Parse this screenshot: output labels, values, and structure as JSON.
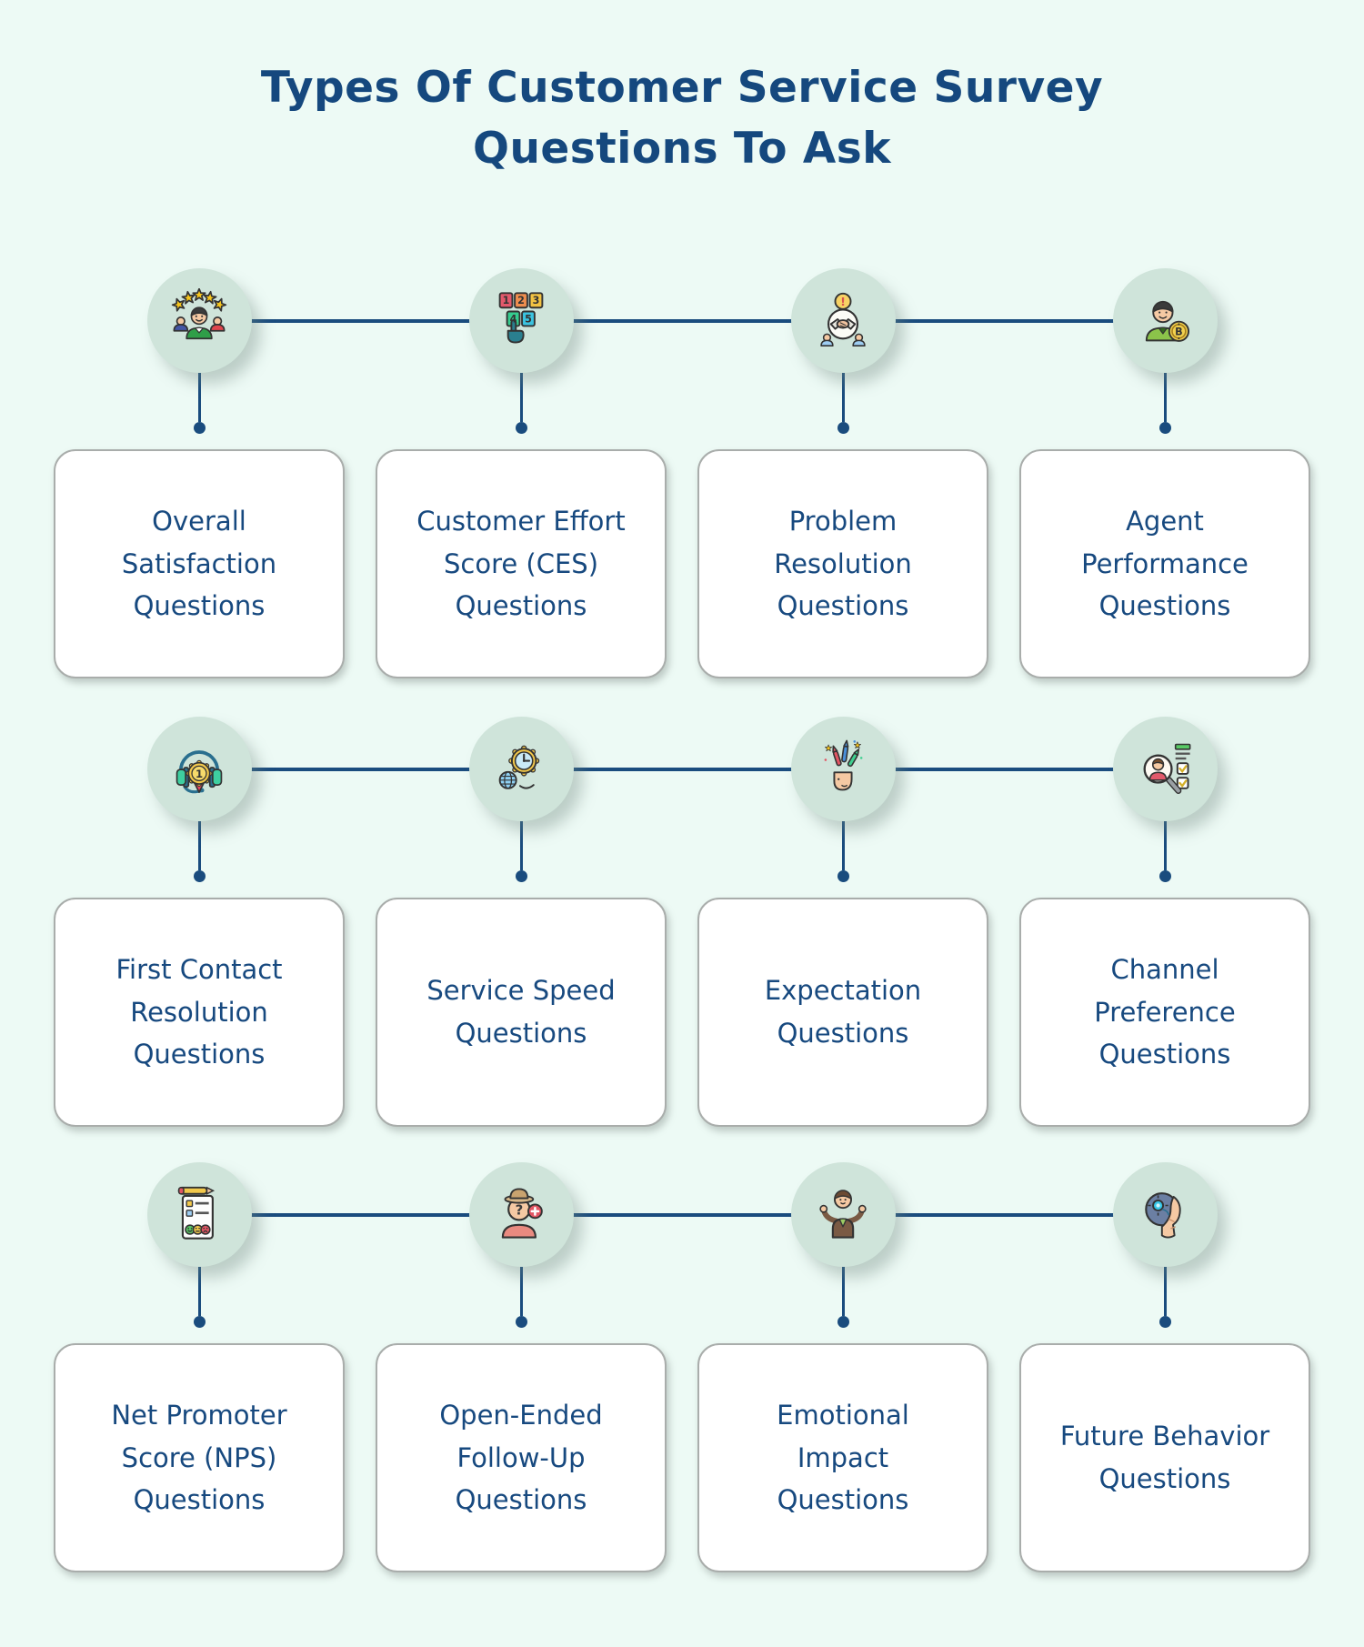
{
  "title": "Types Of Customer Service Survey\nQuestions To Ask",
  "colors": {
    "background": "#edfaf5",
    "accent_navy": "#1a4c7e",
    "title_navy": "#15487e",
    "label_navy": "#17497f",
    "bubble_green": "#cfe4da",
    "card_border": "#a9adab",
    "card_background": "#ffffff"
  },
  "rows": [
    {
      "items": [
        {
          "label": "Overall\nSatisfaction\nQuestions",
          "icon": "satisfaction-stars-people-icon"
        },
        {
          "label": "Customer Effort\nScore (CES)\nQuestions",
          "icon": "rating-scale-hand-icon",
          "glyphs": [
            "1",
            "2",
            "3",
            "4",
            "5"
          ]
        },
        {
          "label": "Problem\nResolution\nQuestions",
          "icon": "handshake-alert-icon",
          "glyphs": [
            "!"
          ]
        },
        {
          "label": "Agent\nPerformance\nQuestions",
          "icon": "agent-coin-icon",
          "glyphs": [
            "B"
          ]
        }
      ]
    },
    {
      "items": [
        {
          "label": "First Contact\nResolution\nQuestions",
          "icon": "headset-first-place-medal-icon",
          "glyphs": [
            "1"
          ]
        },
        {
          "label": "Service Speed\nQuestions",
          "icon": "clock-globe-speed-icon"
        },
        {
          "label": "Expectation\nQuestions",
          "icon": "head-rockets-ideas-icon"
        },
        {
          "label": "Channel\nPreference\nQuestions",
          "icon": "magnifier-person-checklist-icon"
        }
      ]
    },
    {
      "items": [
        {
          "label": "Net Promoter\nScore (NPS)\nQuestions",
          "icon": "survey-emoji-faces-icon"
        },
        {
          "label": "Open-Ended\nFollow-Up\nQuestions",
          "icon": "question-person-plus-icon",
          "glyphs": [
            "?"
          ]
        },
        {
          "label": "Emotional\nImpact\nQuestions",
          "icon": "shrugging-person-icon"
        },
        {
          "label": "Future Behavior\nQuestions",
          "icon": "tech-head-profile-icon"
        }
      ]
    }
  ]
}
